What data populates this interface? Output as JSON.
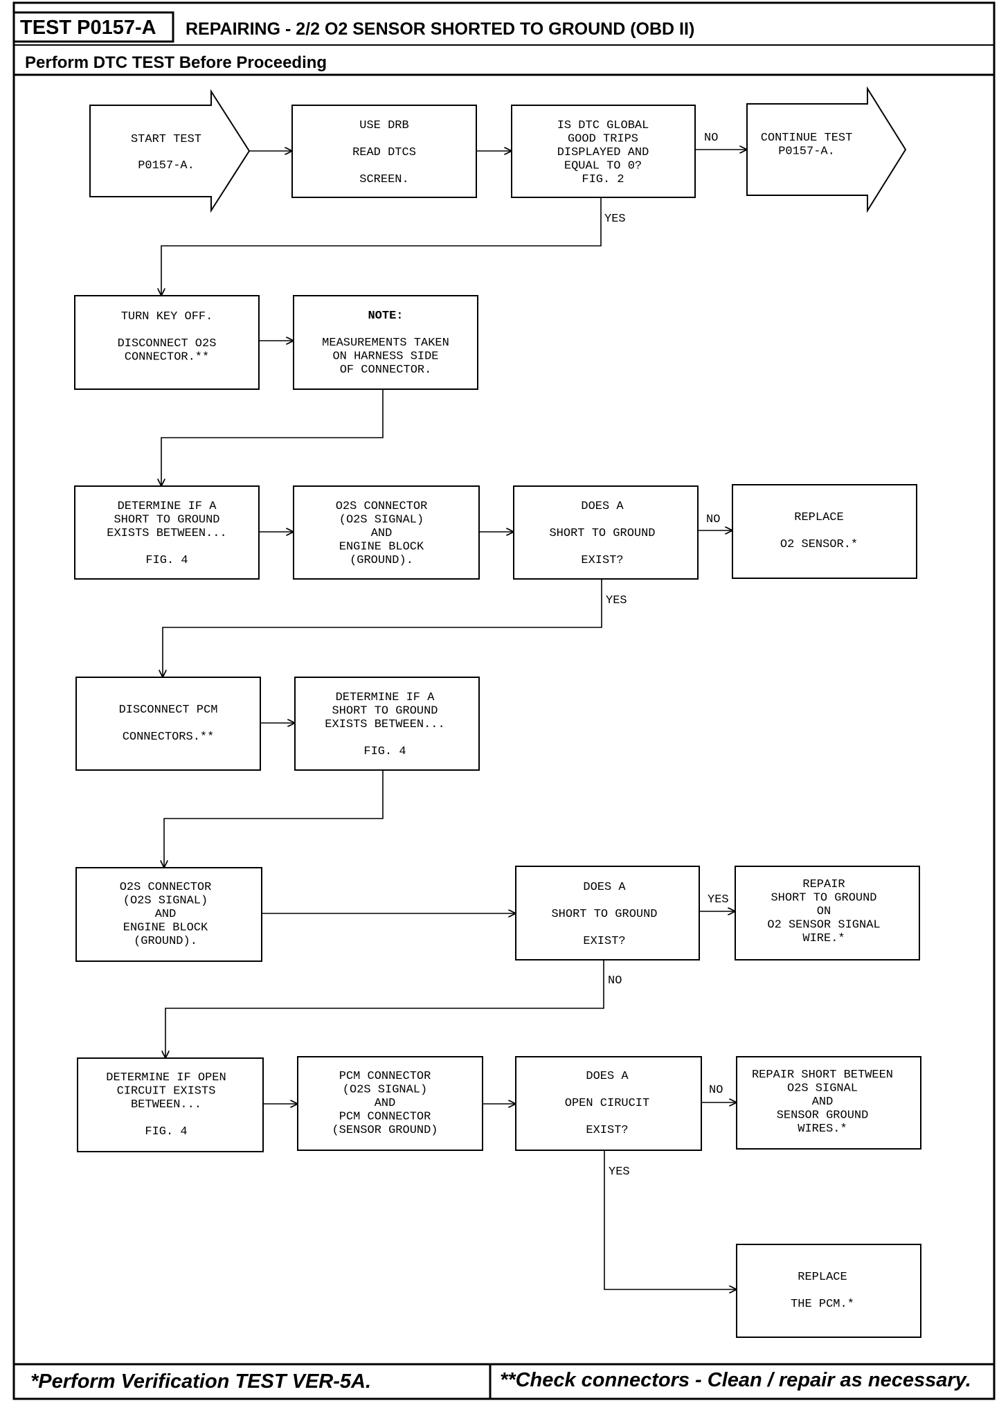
{
  "header": {
    "test_id": "TEST P0157-A",
    "title": "REPAIRING - 2/2 O2 SENSOR SHORTED TO GROUND (OBD II)",
    "subtitle": "Perform DTC TEST Before Proceeding"
  },
  "boxes": {
    "start": [
      "START TEST",
      "",
      "P0157-A."
    ],
    "use_drb": [
      "USE DRB",
      "",
      "READ DTCS",
      "",
      "SCREEN."
    ],
    "global_trips": [
      "IS DTC GLOBAL",
      "GOOD TRIPS",
      "DISPLAYED AND",
      "EQUAL TO 0?",
      "FIG. 2"
    ],
    "continue_test": [
      "CONTINUE TEST",
      "P0157-A."
    ],
    "key_off": [
      "TURN KEY OFF.",
      "",
      "DISCONNECT O2S",
      "CONNECTOR.**"
    ],
    "note": [
      "NOTE:",
      "",
      "MEASUREMENTS TAKEN",
      "ON HARNESS SIDE",
      "OF CONNECTOR."
    ],
    "determine_short_1": [
      "DETERMINE IF A",
      "SHORT TO GROUND",
      "EXISTS BETWEEN...",
      "",
      "FIG. 4"
    ],
    "o2s_connector_1": [
      "O2S CONNECTOR",
      "(O2S SIGNAL)",
      "AND",
      "ENGINE BLOCK",
      "(GROUND)."
    ],
    "short_exist_1": [
      "DOES A",
      "",
      "SHORT TO GROUND",
      "",
      "EXIST?"
    ],
    "replace_o2": [
      "REPLACE",
      "",
      "O2 SENSOR.*"
    ],
    "disconnect_pcm": [
      "DISCONNECT PCM",
      "",
      "CONNECTORS.**"
    ],
    "determine_short_2": [
      "DETERMINE IF A",
      "SHORT TO GROUND",
      "EXISTS BETWEEN...",
      "",
      "FIG. 4"
    ],
    "o2s_connector_2": [
      "O2S CONNECTOR",
      "(O2S SIGNAL)",
      "AND",
      "ENGINE BLOCK",
      "(GROUND)."
    ],
    "short_exist_2": [
      "DOES A",
      "",
      "SHORT TO GROUND",
      "",
      "EXIST?"
    ],
    "repair_short": [
      "REPAIR",
      "SHORT TO GROUND",
      "ON",
      "O2 SENSOR SIGNAL",
      "WIRE.*"
    ],
    "determine_open": [
      "DETERMINE IF OPEN",
      "CIRCUIT EXISTS",
      "BETWEEN...",
      "",
      "FIG. 4"
    ],
    "pcm_connector": [
      "PCM CONNECTOR",
      "(O2S SIGNAL)",
      "AND",
      "PCM CONNECTOR",
      "(SENSOR GROUND)"
    ],
    "open_exist": [
      "DOES A",
      "",
      "OPEN CIRUCIT",
      "",
      "EXIST?"
    ],
    "repair_between": [
      "REPAIR SHORT BETWEEN",
      "O2S SIGNAL",
      "AND",
      "SENSOR GROUND",
      "WIRES.*"
    ],
    "replace_pcm": [
      "REPLACE",
      "",
      "THE PCM.*"
    ]
  },
  "labels": {
    "no_1": "NO",
    "yes_1": "YES",
    "no_2": "NO",
    "yes_2": "YES",
    "yes_3": "YES",
    "no_3": "NO",
    "no_4": "NO",
    "yes_4": "YES"
  },
  "footer": {
    "left": "*Perform Verification TEST VER-5A.",
    "right": "**Check connectors - Clean / repair as necessary."
  }
}
